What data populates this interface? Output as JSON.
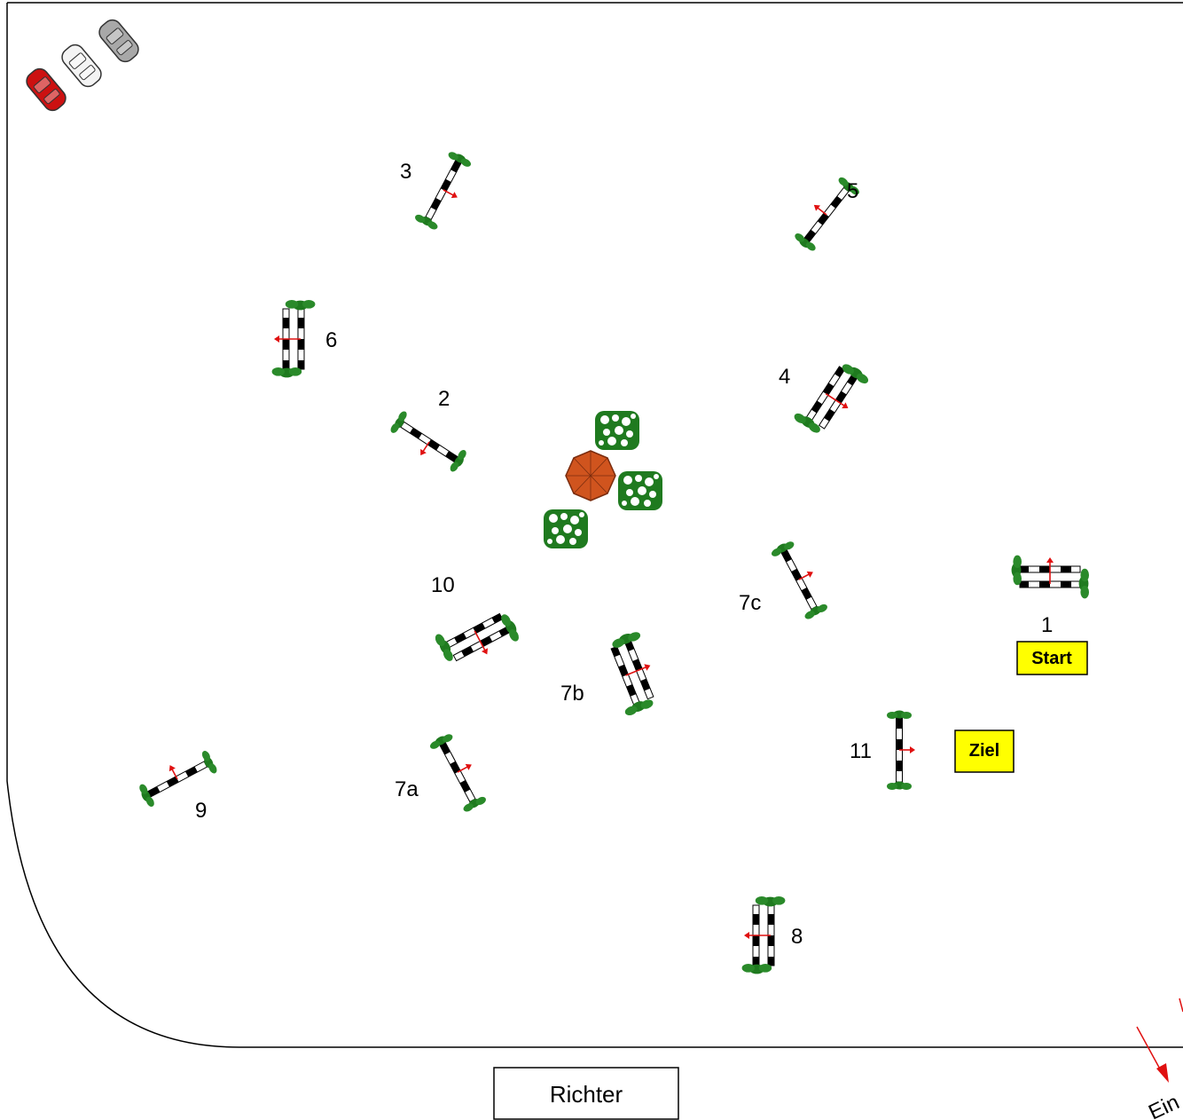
{
  "jumps": [
    {
      "id": "j1",
      "label": "1",
      "type": "oxer"
    },
    {
      "id": "j2",
      "label": "2",
      "type": "vertical"
    },
    {
      "id": "j3",
      "label": "3",
      "type": "vertical"
    },
    {
      "id": "j4",
      "label": "4",
      "type": "oxer"
    },
    {
      "id": "j5",
      "label": "5",
      "type": "vertical"
    },
    {
      "id": "j6",
      "label": "6",
      "type": "oxer"
    },
    {
      "id": "j7a",
      "label": "7a",
      "type": "vertical"
    },
    {
      "id": "j7b",
      "label": "7b",
      "type": "oxer"
    },
    {
      "id": "j7c",
      "label": "7c",
      "type": "vertical"
    },
    {
      "id": "j8",
      "label": "8",
      "type": "oxer"
    },
    {
      "id": "j9",
      "label": "9",
      "type": "vertical"
    },
    {
      "id": "j10",
      "label": "10",
      "type": "oxer"
    },
    {
      "id": "j11",
      "label": "11",
      "type": "vertical"
    }
  ],
  "start_label": "Start",
  "finish_label": "Ziel",
  "judge_label": "Richter",
  "entrance_label": "Ein",
  "colors": {
    "pole_dark": "#000000",
    "pole_light": "#ffffff",
    "foliage": "#1f7a1f",
    "arrow": "#e01010",
    "sign": "#ffff00",
    "umbrella": "#d0541e",
    "car_red": "#cc1111",
    "car_white": "#f4f4f4",
    "car_grey": "#a8a8a8"
  }
}
